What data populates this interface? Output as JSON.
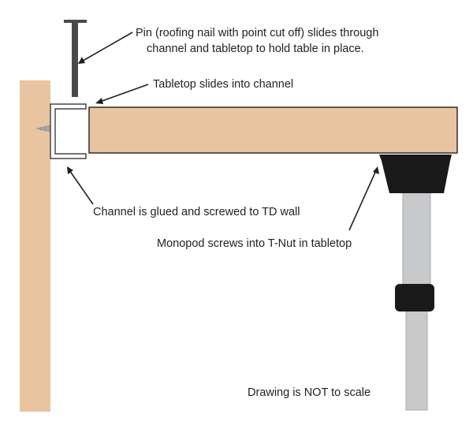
{
  "labels": {
    "pin_line1": "Pin (roofing nail with point cut off) slides through",
    "pin_line2": "channel and tabletop to hold table in place.",
    "tabletop": "Tabletop slides into channel",
    "channel": "Channel is glued and screwed to TD wall",
    "monopod": "Monopod screws into T-Nut in tabletop",
    "scale_note": "Drawing is NOT to scale"
  },
  "colors": {
    "wood": "#e8c4a0",
    "outline": "#231f20",
    "pin": "#4a4a4c",
    "leg": "#c8c9cb",
    "leg_outline": "#a7a9ac",
    "rubber": "#1a1a1a",
    "screw": "#a7a9ac"
  }
}
